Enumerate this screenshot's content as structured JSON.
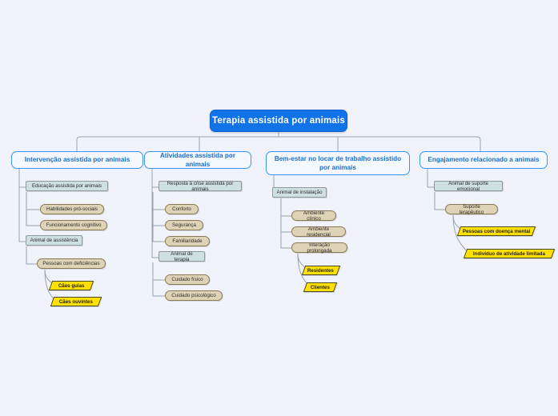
{
  "diagram": {
    "title": "Terapia assistida por animais",
    "type": "mind-map",
    "background_color": "#f0f3fb",
    "colors": {
      "root": "#1273e8",
      "branch_border": "#3d93f0",
      "branch_text": "#1a6fd0",
      "category": "#cfe0e3",
      "pill": "#ded3b6",
      "parallelogram": "#ffe000",
      "connector": "#9aa3ad"
    }
  },
  "root": {
    "label": "Terapia assistida por animais"
  },
  "branches": [
    {
      "label": "Intervenção assistida por animais",
      "categories": [
        {
          "label": "Educação assistida por animais",
          "items": [
            {
              "label": "Habilidades pró-sociais",
              "leaves": []
            },
            {
              "label": "Funcionamento cognitivo",
              "leaves": []
            }
          ]
        },
        {
          "label": "Animal de assistência",
          "items": [
            {
              "label": "Pessoas com deficiências",
              "leaves": [
                "Cães guias",
                "Cães ouvintes"
              ]
            }
          ]
        }
      ]
    },
    {
      "label": "Atividades assistida por animais",
      "categories": [
        {
          "label": "Resposta à crise assistida por animais",
          "items": [
            {
              "label": "Conforto",
              "leaves": []
            },
            {
              "label": "Segurança",
              "leaves": []
            },
            {
              "label": "Familiaridade",
              "leaves": []
            }
          ]
        },
        {
          "label": "Animal de terapia",
          "items": [
            {
              "label": "Cuidado físico",
              "leaves": []
            },
            {
              "label": "Cuidado psicológico",
              "leaves": []
            }
          ]
        }
      ]
    },
    {
      "label": "Bem-estar no locar de trabalho assistido por animais",
      "categories": [
        {
          "label": "Animal de instalação",
          "items": [
            {
              "label": "Ambiente clínico",
              "leaves": []
            },
            {
              "label": "Ambiente residencial",
              "leaves": []
            },
            {
              "label": "Interação prolongada",
              "leaves": [
                "Residentes",
                "Clientes"
              ]
            }
          ]
        }
      ]
    },
    {
      "label": "Engajamento relacionado a animais",
      "categories": [
        {
          "label": "Animal de suporte emocional",
          "items": [
            {
              "label": "Suporte terapêutico",
              "leaves": [
                "Pessoas com doença mental",
                "Indivíduo de atividade limitada"
              ]
            }
          ]
        }
      ]
    }
  ],
  "nodes": {
    "root": "Terapia assistida por animais",
    "b1": "Intervenção assistida por animais",
    "b2": "Atividades assistida por animais",
    "b3": "Bem-estar no locar de trabalho assistido por animais",
    "b4": "Engajamento relacionado a animais",
    "c1_1": "Educação assistida por animais",
    "c1_1_a": "Habilidades pró-sociais",
    "c1_1_b": "Funcionamento cognitivo",
    "c1_2": "Animal de assistência",
    "c1_2_a": "Pessoas com deficiências",
    "c1_2_a_1": "Cães guias",
    "c1_2_a_2": "Cães ouvintes",
    "c2_1": "Resposta à crise assistida por animais",
    "c2_1_a": "Conforto",
    "c2_1_b": "Segurança",
    "c2_1_c": "Familiaridade",
    "c2_2": "Animal de terapia",
    "c2_2_a": "Cuidado físico",
    "c2_2_b": "Cuidado psicológico",
    "c3_1": "Animal de instalação",
    "c3_1_a": "Ambiente clínico",
    "c3_1_b": "Ambiente residencial",
    "c3_1_c": "Interação prolongada",
    "c3_1_c_1": "Residentes",
    "c3_1_c_2": "Clientes",
    "c4_1": "Animal de suporte emocional",
    "c4_1_a": "Suporte terapêutico",
    "c4_1_a_1": "Pessoas com doença mental",
    "c4_1_a_2": "Indivíduo de atividade limitada"
  }
}
